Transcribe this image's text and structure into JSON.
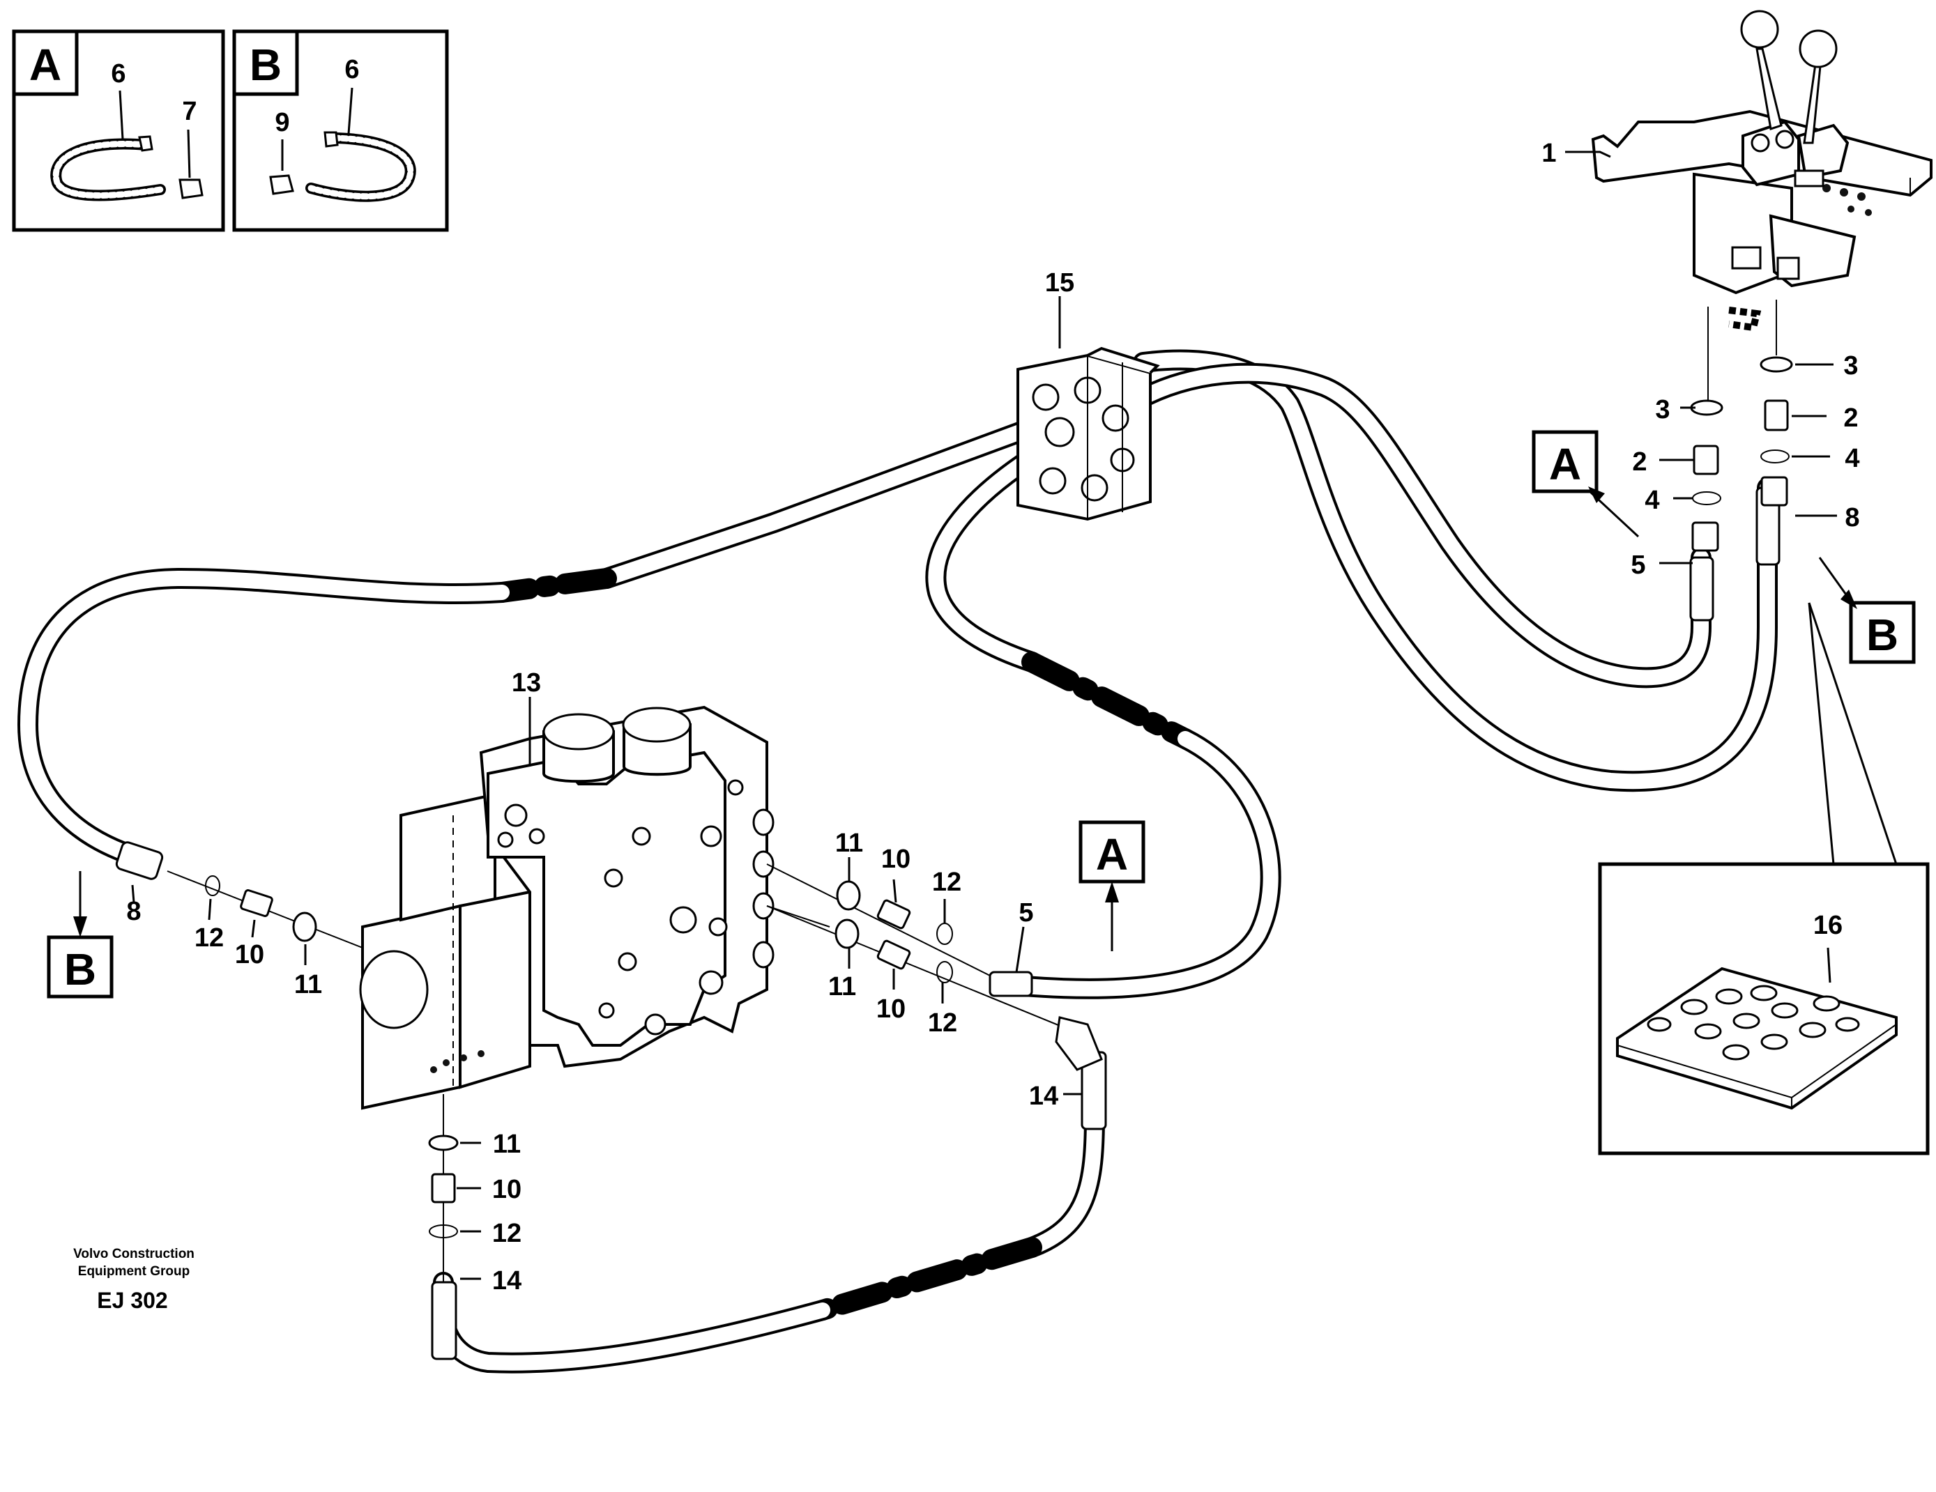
{
  "document": {
    "publisher_line1": "Volvo Construction",
    "publisher_line2": "Equipment Group",
    "figure_code": "EJ 302"
  },
  "insets": {
    "A": {
      "letter": "A",
      "labels": [
        "6",
        "7"
      ]
    },
    "B": {
      "letter": "B",
      "labels": [
        "6",
        "9"
      ]
    }
  },
  "view_refs": {
    "A": "A",
    "B": "B"
  },
  "callouts": {
    "c1": "1",
    "c2": "2",
    "c3": "3",
    "c4": "4",
    "c5": "5",
    "c8": "8",
    "c10": "10",
    "c11": "11",
    "c12": "12",
    "c13": "13",
    "c14": "14",
    "c15": "15",
    "c16": "16"
  },
  "colors": {
    "line": "#000000",
    "background": "#ffffff"
  }
}
